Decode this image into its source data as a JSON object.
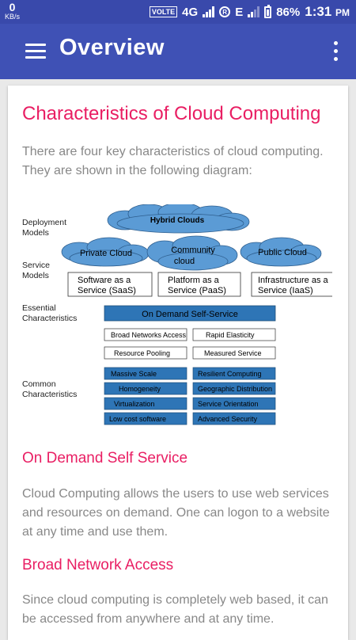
{
  "status_bar": {
    "net_speed": "0",
    "net_unit": "KB/s",
    "volte": "VOLTE",
    "network": "4G",
    "roaming": "R",
    "edge": "E",
    "battery": "86%",
    "time": "1:31",
    "ampm": "PM"
  },
  "app_bar": {
    "title": "Overview"
  },
  "content": {
    "heading": "Characteristics of Cloud Computing",
    "intro": "There are four key characteristics of cloud computing. They are shown in the following diagram:",
    "sections": [
      {
        "heading": "On Demand Self Service",
        "body": "Cloud Computing allows the users to use web services and resources on demand. One can logon to a website at any time and use them."
      },
      {
        "heading": "Broad Network Access",
        "body": "Since cloud computing is completely web based, it can be accessed from anywhere and at any time."
      }
    ]
  },
  "diagram": {
    "labels": {
      "deployment": [
        "Deployment",
        "Models"
      ],
      "service": [
        "Service",
        "Models"
      ],
      "essential": [
        "Essential",
        "Characteristics"
      ],
      "common": [
        "Common",
        "Characteristics"
      ]
    },
    "hybrid": "Hybrid Clouds",
    "private": "Private Cloud",
    "community": [
      "Community",
      "cloud"
    ],
    "public": "Public Cloud",
    "saas": [
      "Software as a",
      "Service (SaaS)"
    ],
    "paas": [
      "Platform as a",
      "Service (PaaS)"
    ],
    "iaas": [
      "Infrastructure as a",
      "Service (IaaS)"
    ],
    "on_demand": "On Demand Self-Service",
    "broad": "Broad Networks Access",
    "rapid": "Rapid Elasticity",
    "pooling": "Resource Pooling",
    "measured": "Measured Service",
    "common_items": [
      [
        "Massive Scale",
        "Resilient Computing"
      ],
      [
        "Homogeneity",
        "Geographic Distribution"
      ],
      [
        "Virtualization",
        "Service Orientation"
      ],
      [
        "Low cost software",
        "Advanced Security"
      ]
    ],
    "colors": {
      "cloud": "#5b9bd5",
      "box": "#2e75b6",
      "stroke": "#333333"
    }
  }
}
